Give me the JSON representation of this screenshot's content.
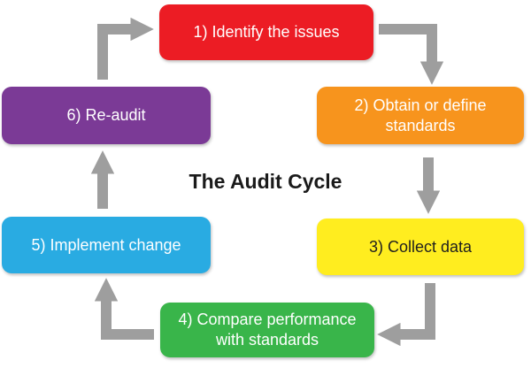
{
  "title": "The Audit Cycle",
  "colors": {
    "arrow": "#9e9e9e",
    "title": "#1a1a1a"
  },
  "steps": [
    {
      "label": "1) Identify the issues",
      "bg": "#ec1c24",
      "fg": "#ffffff"
    },
    {
      "label": "2) Obtain or define\nstandards",
      "bg": "#f7941d",
      "fg": "#ffffff"
    },
    {
      "label": "3) Collect data",
      "bg": "#ffed1f",
      "fg": "#1f1f1f"
    },
    {
      "label": "4) Compare performance\nwith standards",
      "bg": "#39b54a",
      "fg": "#ffffff"
    },
    {
      "label": "5) Implement change",
      "bg": "#29abe2",
      "fg": "#ffffff"
    },
    {
      "label": "6) Re-audit",
      "bg": "#7b3a96",
      "fg": "#ffffff"
    }
  ]
}
